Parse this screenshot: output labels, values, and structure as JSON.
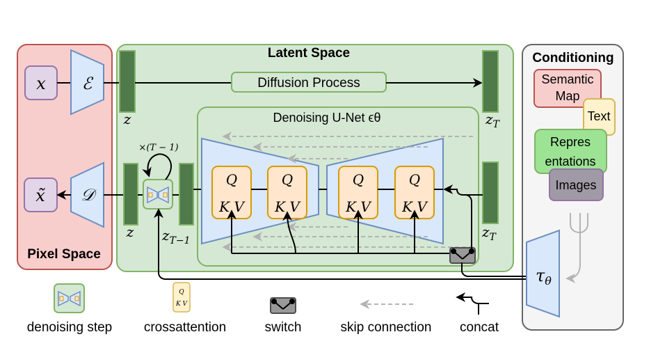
{
  "regions": {
    "pixel_space": "Pixel Space",
    "latent_space": "Latent Space",
    "conditioning": "Conditioning"
  },
  "modules": {
    "diffusion_process": "Diffusion Process",
    "unet_title": "Denoising U-Net ϵθ",
    "encoder": "ℰ",
    "decoder": "𝒟",
    "tau": "τθ"
  },
  "symbols": {
    "x": "x",
    "x_tilde": "x̃",
    "z_top": "z",
    "z_mid": "z",
    "z_T_top": "zT",
    "z_T_mid": "zT",
    "z_T_minus_1": "zT−1",
    "repeat": "×(T − 1)"
  },
  "attention": {
    "q": "Q",
    "kv": "K V"
  },
  "conditioning_items": {
    "semantic_map": [
      "Semantic",
      "Map"
    ],
    "text": "Text",
    "representations": [
      "Repres",
      "entations"
    ],
    "images": "Images"
  },
  "legend": {
    "denoising_step": "denoising step",
    "crossattention": "crossattention",
    "switch": "switch",
    "skip_connection": "skip connection",
    "concat": "concat"
  },
  "colors": {
    "pixel_fill": "#f8cecc",
    "pixel_stroke": "#b85450",
    "latent_fill": "#d5e8d4",
    "latent_stroke": "#82b366",
    "cond_fill": "#f5f5f5",
    "cond_stroke": "#666666",
    "enc_fill": "#dae8fc",
    "enc_stroke": "#6c8ebf",
    "sym_fill": "#e1d5e7",
    "sym_stroke": "#9673a6",
    "latent_bar": "#4f7a4a",
    "qkv_fill": "#ffe6cc",
    "qkv_stroke": "#d79b00",
    "text_fill": "#fff2cc",
    "text_stroke": "#d6b656",
    "images_fill": "#a09aa6"
  }
}
